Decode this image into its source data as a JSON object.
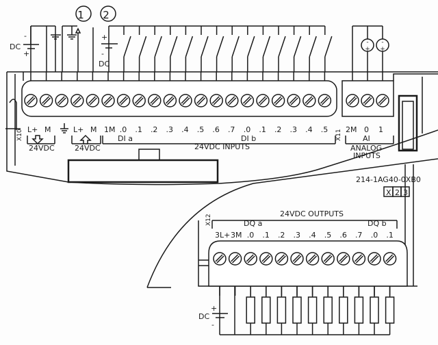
{
  "diagram": {
    "title_part_number": "214-1AG40-0XB0",
    "version_boxes": [
      "X",
      "2",
      "3"
    ],
    "callouts": [
      "1",
      "2"
    ],
    "top_power": {
      "dc_label": "DC",
      "plus": "+",
      "minus": "-"
    },
    "input_power": {
      "dc_label": "DC",
      "plus": "+",
      "minus": "-"
    },
    "output_power": {
      "dc_label": "DC",
      "plus": "+",
      "minus": "-"
    },
    "connector_x10": {
      "id": "X10",
      "terminals": [
        "L+",
        "M",
        "L+",
        "M"
      ],
      "group_labels": [
        "24VDC",
        "24VDC"
      ],
      "arrows": [
        "arrow-down",
        "arrow-up"
      ]
    },
    "digital_inputs": {
      "common": "1M",
      "dia_terminals": [
        ".0",
        ".1",
        ".2",
        ".3",
        ".4",
        ".5",
        ".6",
        ".7"
      ],
      "dib_terminals": [
        ".0",
        ".1",
        ".2",
        ".3",
        ".4",
        ".5"
      ],
      "group_a": "DI a",
      "group_b": "DI b",
      "section_label": "24VDC INPUTS",
      "switch_count": 14
    },
    "connector_x11": {
      "id": "X11",
      "terminals": [
        "2M",
        "0",
        "1"
      ],
      "group": "AI",
      "section_label_line1": "ANALOG",
      "section_label_line2": "INPUTS",
      "source_sign_minus": "-",
      "source_sign_plus": "+"
    },
    "connector_x12": {
      "id": "X12",
      "power_terminals": [
        "3L+",
        "3M"
      ],
      "dqa_terminals": [
        ".0",
        ".1",
        ".2",
        ".3",
        ".4",
        ".5",
        ".6",
        ".7"
      ],
      "dqb_terminals": [
        ".0",
        ".1"
      ],
      "group_a": "DQ a",
      "group_b": "DQ b",
      "section_label": "24VDC OUTPUTS",
      "load_count": 10
    }
  }
}
